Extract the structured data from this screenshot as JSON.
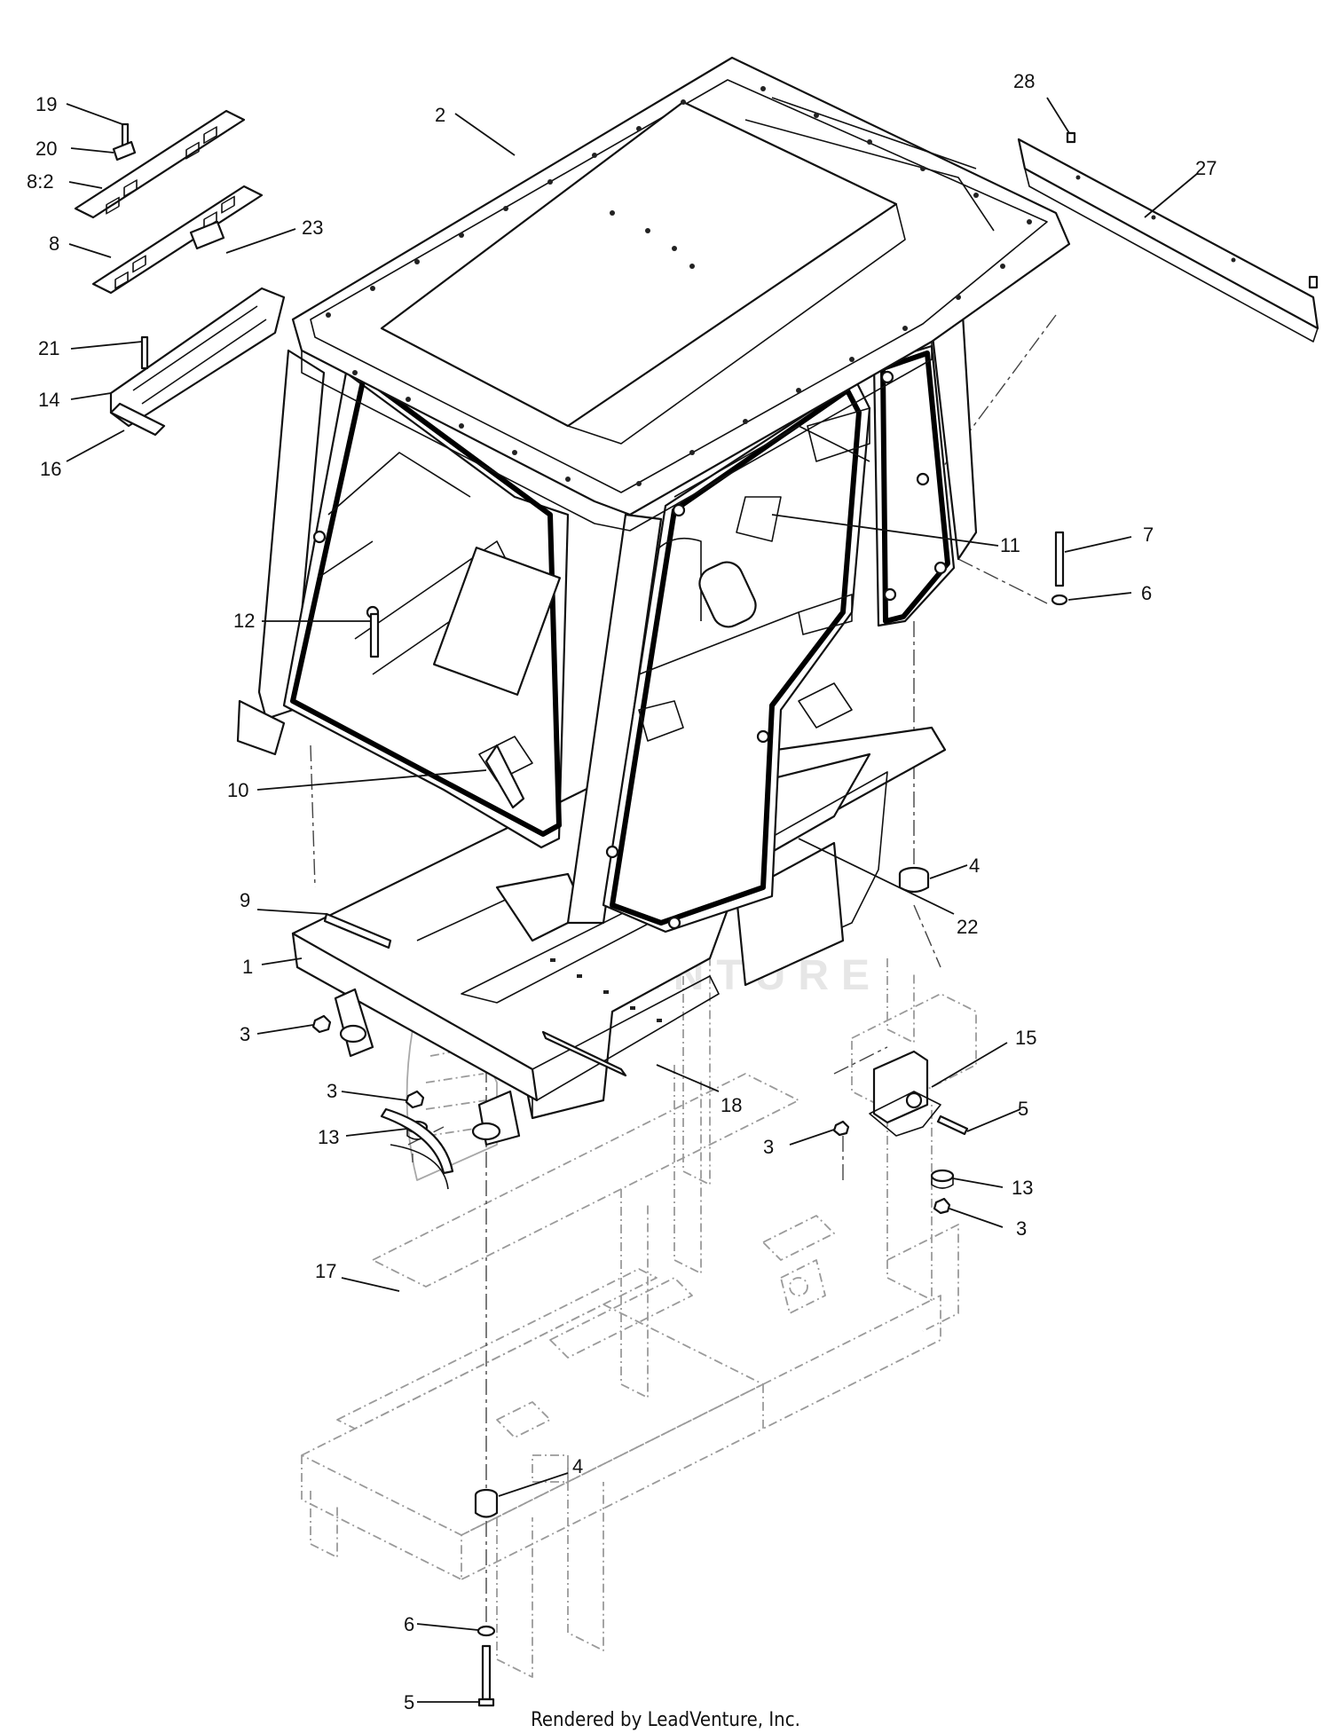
{
  "diagram": {
    "callouts": [
      {
        "id": "c19",
        "label": "19"
      },
      {
        "id": "c20",
        "label": "20"
      },
      {
        "id": "c8-2",
        "label": "8:2"
      },
      {
        "id": "c8",
        "label": "8"
      },
      {
        "id": "c23",
        "label": "23"
      },
      {
        "id": "c21",
        "label": "21"
      },
      {
        "id": "c14",
        "label": "14"
      },
      {
        "id": "c16",
        "label": "16"
      },
      {
        "id": "c2",
        "label": "2"
      },
      {
        "id": "c28",
        "label": "28"
      },
      {
        "id": "c27",
        "label": "27"
      },
      {
        "id": "c11",
        "label": "11"
      },
      {
        "id": "c7",
        "label": "7"
      },
      {
        "id": "c6a",
        "label": "6"
      },
      {
        "id": "c12",
        "label": "12"
      },
      {
        "id": "c10",
        "label": "10"
      },
      {
        "id": "c4a",
        "label": "4"
      },
      {
        "id": "c22",
        "label": "22"
      },
      {
        "id": "c9",
        "label": "9"
      },
      {
        "id": "c1",
        "label": "1"
      },
      {
        "id": "c3a",
        "label": "3"
      },
      {
        "id": "c3b",
        "label": "3"
      },
      {
        "id": "c13a",
        "label": "13"
      },
      {
        "id": "c18",
        "label": "18"
      },
      {
        "id": "c15",
        "label": "15"
      },
      {
        "id": "c5a",
        "label": "5"
      },
      {
        "id": "c3c",
        "label": "3"
      },
      {
        "id": "c13b",
        "label": "13"
      },
      {
        "id": "c3d",
        "label": "3"
      },
      {
        "id": "c17",
        "label": "17"
      },
      {
        "id": "c4b",
        "label": "4"
      },
      {
        "id": "c6b",
        "label": "6"
      },
      {
        "id": "c5b",
        "label": "5"
      }
    ],
    "watermark": "LEADVENTURE",
    "footer": "Rendered by LeadVenture, Inc."
  }
}
